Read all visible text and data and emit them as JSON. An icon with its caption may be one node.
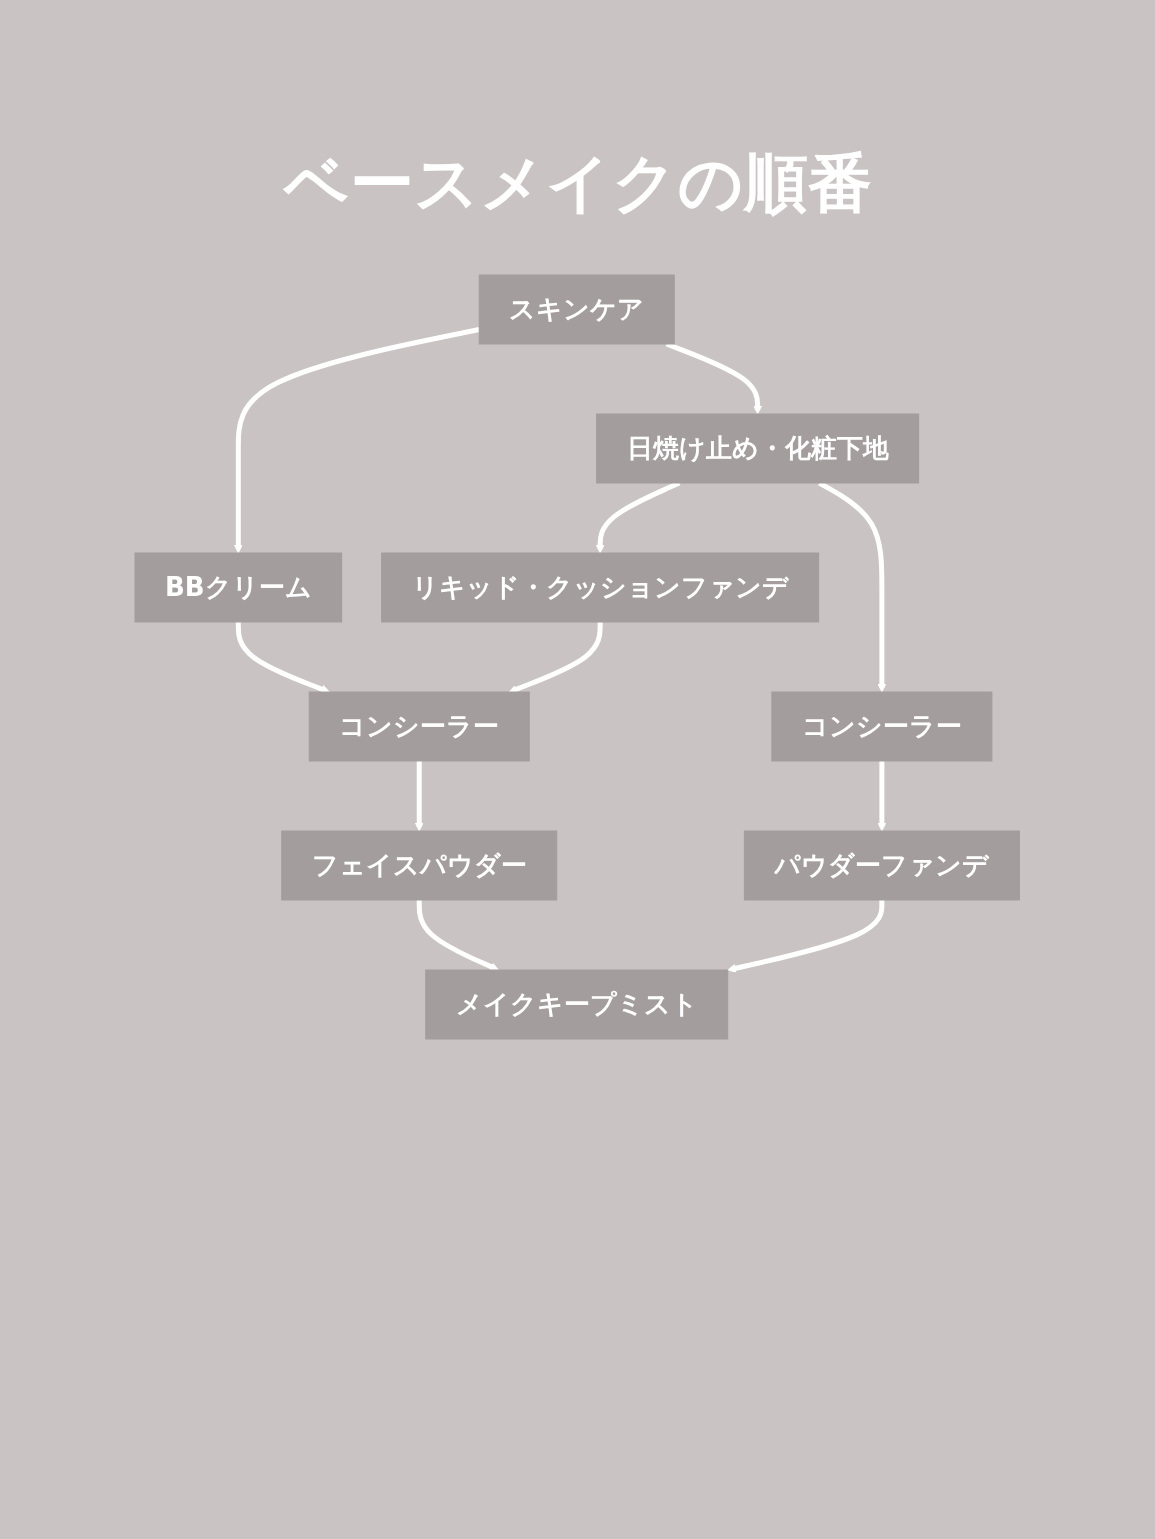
{
  "diagram": {
    "title": "ベースメイクの順番",
    "nodes": [
      {
        "text": [
          "スキンケア"
        ]
      },
      {
        "text": [
          "BBクリーム"
        ]
      },
      {
        "text": [
          "日焼け止め・化粧下地"
        ]
      },
      {
        "text": [
          "リキッド・クッションファンデ"
        ]
      },
      {
        "text": [
          "コンシーラー"
        ]
      },
      {
        "text": [
          "コンシーラー"
        ]
      },
      {
        "text": [
          "パウダーファンデ"
        ]
      },
      {
        "text": [
          "フェイスパウダー"
        ]
      },
      {
        "text": [
          "メイクキープミスト"
        ]
      }
    ],
    "edges": [
      {
        "from": 0,
        "to": 1,
        "arrow": "to"
      },
      {
        "from": 0,
        "to": 2,
        "arrow": "to"
      },
      {
        "from": 2,
        "to": 3,
        "arrow": "to"
      },
      {
        "from": 2,
        "to": 4,
        "arrow": "to"
      },
      {
        "from": 1,
        "to": 5,
        "arrow": "to"
      },
      {
        "from": 3,
        "to": 5,
        "arrow": "to"
      },
      {
        "from": 4,
        "to": 6,
        "arrow": "to"
      },
      {
        "from": 5,
        "to": 7,
        "arrow": "to"
      },
      {
        "from": 7,
        "to": 8,
        "arrow": "to"
      },
      {
        "from": 6,
        "to": 8,
        "arrow": "to"
      }
    ]
  }
}
